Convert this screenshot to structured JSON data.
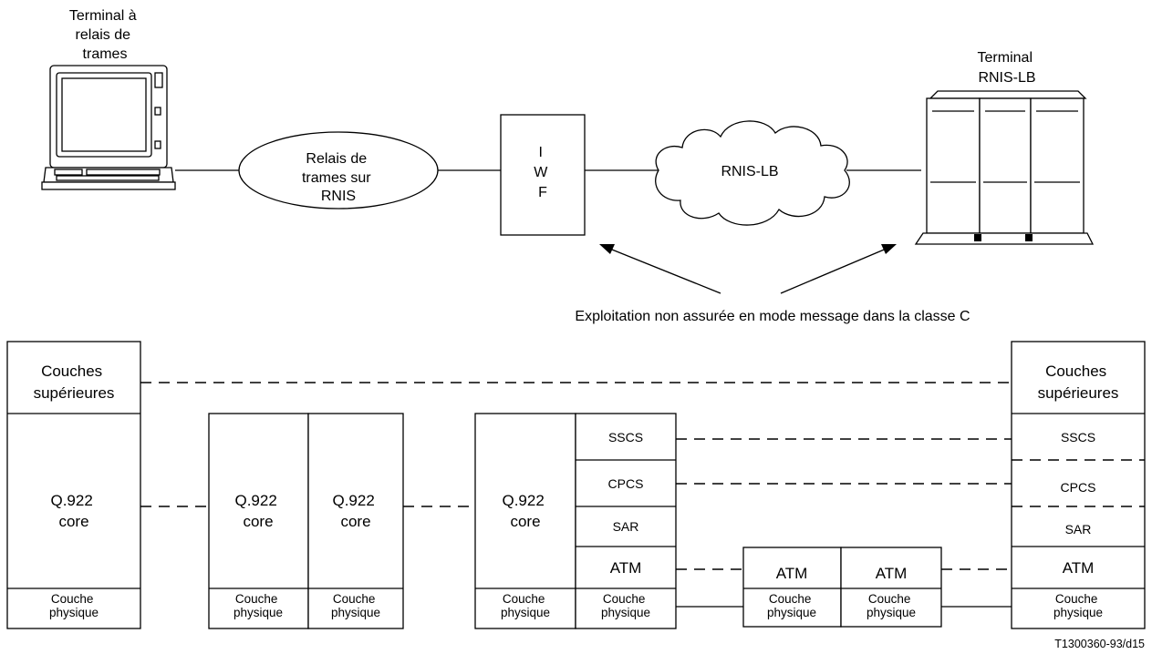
{
  "top": {
    "fr_terminal_label": [
      "Terminal à",
      "relais de",
      "trames"
    ],
    "fr_network_label": [
      "Relais de",
      "trames sur",
      "RNIS"
    ],
    "iwf_label": [
      "I",
      "W",
      "F"
    ],
    "bisdn_cloud_label": "RNIS-LB",
    "bisdn_terminal_label": [
      "Terminal",
      "RNIS-LB"
    ],
    "annotation": "Exploitation non assurée en mode message dans la classe C"
  },
  "stacks": {
    "upper_layers": [
      "Couches",
      "supérieures"
    ],
    "q922": [
      "Q.922",
      "core"
    ],
    "physical": [
      "Couche",
      "physique"
    ],
    "sscs": "SSCS",
    "cpcs": "CPCS",
    "sar": "SAR",
    "atm": "ATM"
  },
  "figure_id": "T1300360-93/d15",
  "colors": {
    "line": "#000000",
    "background": "#ffffff"
  }
}
